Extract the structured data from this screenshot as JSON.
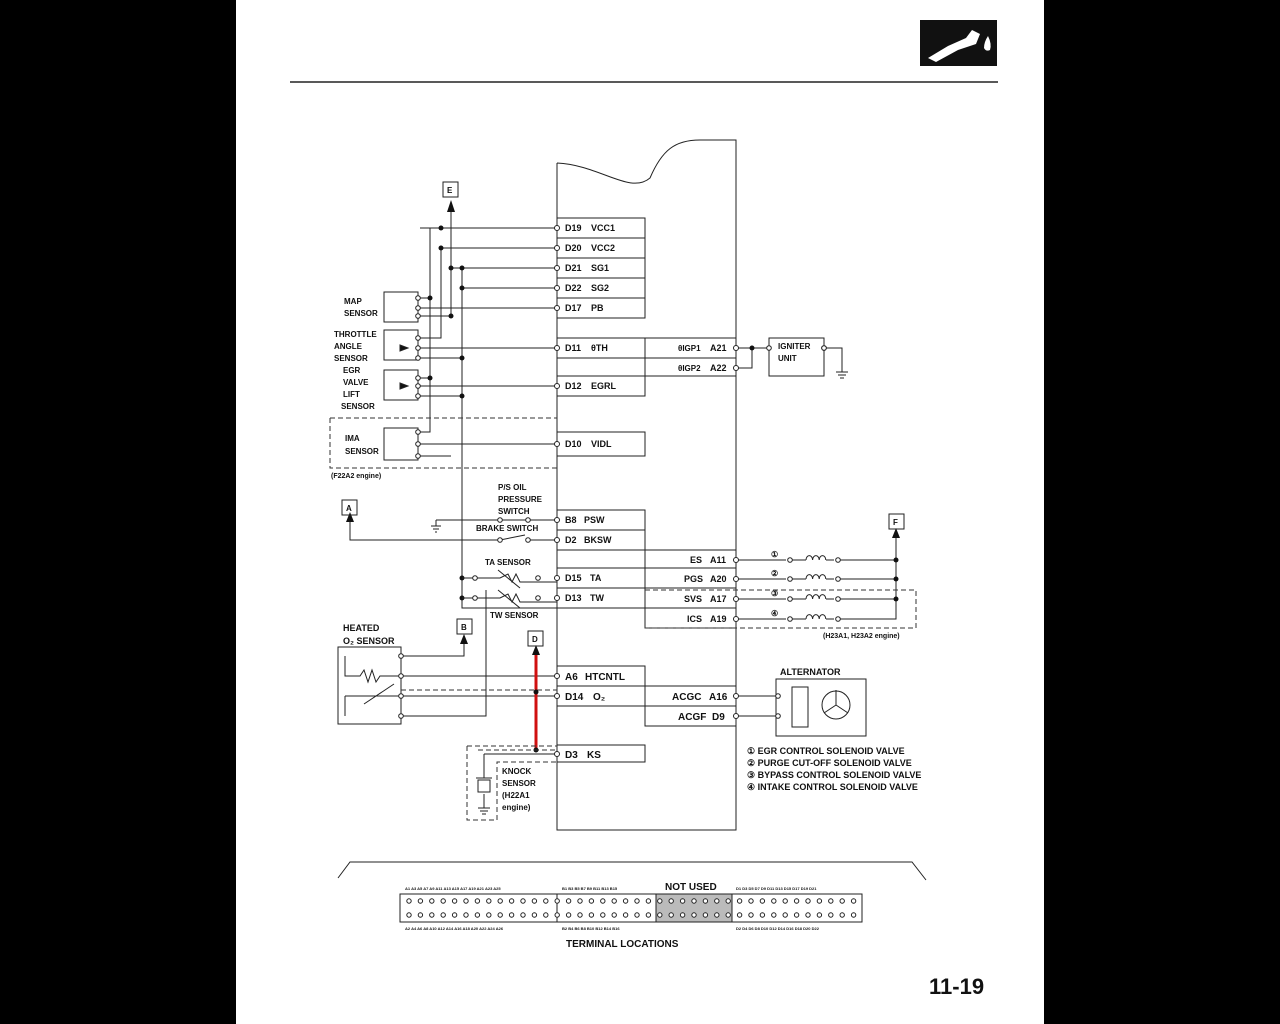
{
  "page_number": "11-19",
  "header_icon": "fuel-nozzle-icon",
  "connectors": {
    "E": "E",
    "A": "A",
    "B": "B",
    "D": "D",
    "F": "F"
  },
  "components": {
    "map_sensor": [
      "MAP",
      "SENSOR"
    ],
    "throttle_sensor": [
      "THROTTLE",
      "ANGLE",
      "SENSOR"
    ],
    "egr_sensor": [
      "EGR",
      "VALVE",
      "LIFT",
      "SENSOR"
    ],
    "ima_sensor": [
      "IMA",
      "SENSOR"
    ],
    "f22a2_note": "(F22A2 engine)",
    "ps_switch": [
      "P/S OIL",
      "PRESSURE",
      "SWITCH"
    ],
    "brake_switch": "BRAKE SWITCH",
    "ta_sensor": "TA SENSOR",
    "tw_sensor": "TW SENSOR",
    "o2_sensor": [
      "HEATED",
      "O₂ SENSOR"
    ],
    "knock_sensor": [
      "KNOCK",
      "SENSOR",
      "(H22A1",
      "engine)"
    ],
    "igniter": [
      "IGNITER",
      "UNIT"
    ],
    "alternator": "ALTERNATOR",
    "h23_note": "(H23A1, H23A2 engine)"
  },
  "left_pins": [
    {
      "pin": "D19",
      "signal": "VCC1"
    },
    {
      "pin": "D20",
      "signal": "VCC2"
    },
    {
      "pin": "D21",
      "signal": "SG1"
    },
    {
      "pin": "D22",
      "signal": "SG2"
    },
    {
      "pin": "D17",
      "signal": "PB"
    },
    {
      "pin": "D11",
      "signal": "θTH"
    },
    {
      "pin": "D12",
      "signal": "EGRL"
    },
    {
      "pin": "D10",
      "signal": "VIDL"
    },
    {
      "pin": "B8",
      "signal": "PSW"
    },
    {
      "pin": "D2",
      "signal": "BKSW"
    },
    {
      "pin": "D15",
      "signal": "TA"
    },
    {
      "pin": "D13",
      "signal": "TW"
    },
    {
      "pin": "A6",
      "signal": "HTCNTL"
    },
    {
      "pin": "D14",
      "signal": "O₂"
    },
    {
      "pin": "D3",
      "signal": "KS"
    }
  ],
  "right_pins": [
    {
      "pin": "A21",
      "signal": "θIGP1"
    },
    {
      "pin": "A22",
      "signal": "θIGP2"
    },
    {
      "pin": "A11",
      "signal": "ES"
    },
    {
      "pin": "A20",
      "signal": "PGS"
    },
    {
      "pin": "A17",
      "signal": "SVS"
    },
    {
      "pin": "A19",
      "signal": "ICS"
    },
    {
      "pin": "A16",
      "signal": "ACGC"
    },
    {
      "pin": "D9",
      "signal": "ACGF"
    }
  ],
  "legend": [
    "① EGR CONTROL SOLENOID VALVE",
    "② PURGE CUT-OFF SOLENOID VALVE",
    "③ BYPASS CONTROL SOLENOID VALVE",
    "④ INTAKE CONTROL SOLENOID VALVE"
  ],
  "valve_numbers": [
    "①",
    "②",
    "③",
    "④"
  ],
  "terminal": {
    "title": "TERMINAL LOCATIONS",
    "not_used": "NOT USED",
    "top_a": "A1 A3 A5 A7 A9 A11 A13 A15 A17 A19 A21 A23 A25",
    "top_b": "B1 B3 B5 B7 B9 B11 B13 B15",
    "top_d": "D1 D3 D5 D7 D9 D11 D13 D15 D17 D19 D21",
    "bot_a": "A2 A4 A6 A8 A10 A12 A14 A16 A18 A20 A22 A24 A26",
    "bot_b": "B2 B4 B6 B8 B10 B12 B14 B16",
    "bot_d": "D2 D4 D6 D8 D10 D12 D14 D16 D18 D20 D22"
  },
  "highlight_color": "#d01010"
}
